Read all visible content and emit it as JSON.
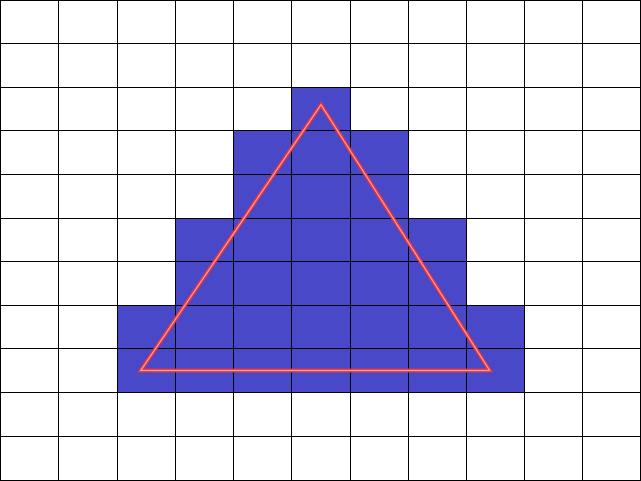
{
  "grid": {
    "columns": 11,
    "rows": 11,
    "filled_cells_by_row": [
      {
        "row": 2,
        "cols": [
          5
        ]
      },
      {
        "row": 3,
        "cols": [
          4,
          5,
          6
        ]
      },
      {
        "row": 4,
        "cols": [
          4,
          5,
          6
        ]
      },
      {
        "row": 5,
        "cols": [
          3,
          4,
          5,
          6,
          7
        ]
      },
      {
        "row": 6,
        "cols": [
          3,
          4,
          5,
          6,
          7
        ]
      },
      {
        "row": 7,
        "cols": [
          2,
          3,
          4,
          5,
          6,
          7,
          8
        ]
      },
      {
        "row": 8,
        "cols": [
          2,
          3,
          4,
          5,
          6,
          7,
          8
        ]
      }
    ]
  },
  "triangle": {
    "vertices_in_cells": [
      [
        5.5,
        2.4
      ],
      [
        2.4,
        8.5
      ],
      [
        8.4,
        8.5
      ]
    ]
  },
  "colors": {
    "background": "#ffffff",
    "grid_line": "#000000",
    "fill": "#4848c8",
    "triangle_outer": "#e8333a",
    "triangle_inner": "#f6a0a8"
  }
}
